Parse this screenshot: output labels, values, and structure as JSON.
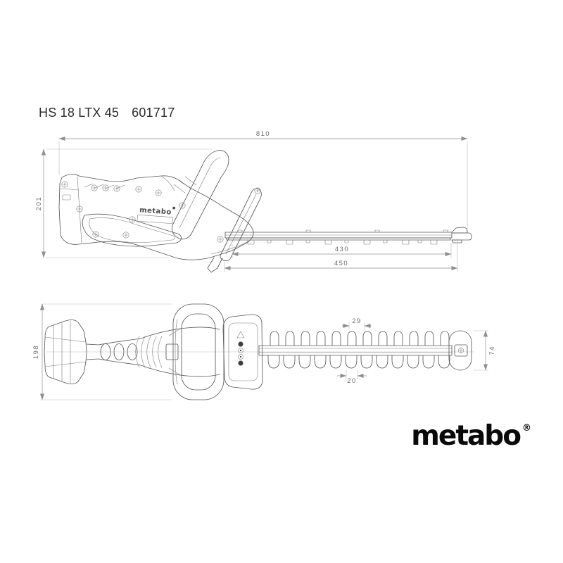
{
  "title": {
    "model": "HS 18 LTX 45",
    "article_number": "601717"
  },
  "side_view": {
    "dims": {
      "overall_length": "810",
      "height": "201",
      "cutting_length": "430",
      "blade_length": "450"
    },
    "body_brand_label": "metabo"
  },
  "top_view": {
    "dims": {
      "handle_width": "198",
      "tooth_pitch": "29",
      "tooth_opening": "20",
      "blade_tip_width": "74"
    },
    "safety_icon_names": [
      "warning-triangle-icon",
      "round-pictogram-icon",
      "round-pictogram-icon",
      "round-pictogram-icon",
      "round-pictogram-icon"
    ]
  },
  "brand": {
    "logo_text": "metabo",
    "registered": "®"
  },
  "colors": {
    "drawing_line": "#5a5a5a",
    "dimension_line": "#8f8f8f",
    "logo": "#0a0a0a",
    "background": "#ffffff"
  }
}
